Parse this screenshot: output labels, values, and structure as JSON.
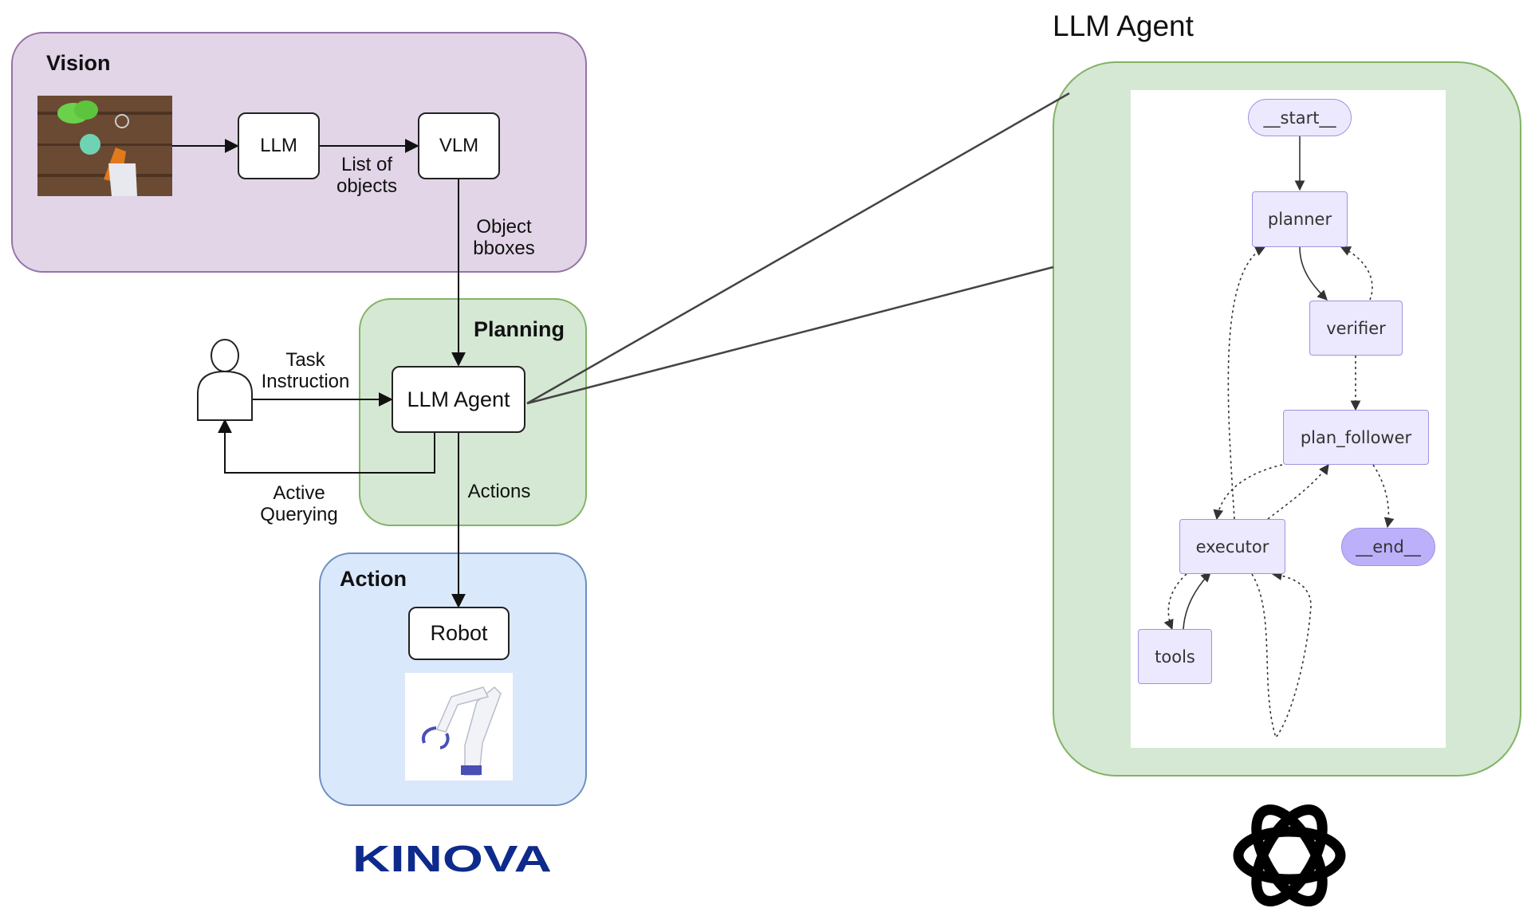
{
  "vision": {
    "title": "Vision",
    "llm": "LLM",
    "vlm": "VLM",
    "list_of_objects": "List of objects",
    "object_bboxes": "Object bboxes"
  },
  "planning": {
    "title": "Planning",
    "llm_agent": "LLM Agent",
    "task_instruction": "Task Instruction",
    "active_querying": "Active Querying",
    "actions": "Actions"
  },
  "action": {
    "title": "Action",
    "robot": "Robot"
  },
  "kinova_logo": "KINOVA",
  "agent_panel": {
    "title": "LLM Agent",
    "nodes": {
      "start": "__start__",
      "planner": "planner",
      "verifier": "verifier",
      "plan_follower": "plan_follower",
      "executor": "executor",
      "tools": "tools",
      "end": "__end__"
    }
  },
  "colors": {
    "vision_bg": "#e1d5e7",
    "vision_border": "#9673a6",
    "planning_bg": "#d5e8d4",
    "planning_border": "#82b366",
    "action_bg": "#dae8fc",
    "action_border": "#6c8ebf",
    "node_fill": "#ece8fe",
    "node_border": "#9f93e2",
    "end_fill": "#bdb0fa",
    "kinova_blue": "#0e2a8c"
  }
}
